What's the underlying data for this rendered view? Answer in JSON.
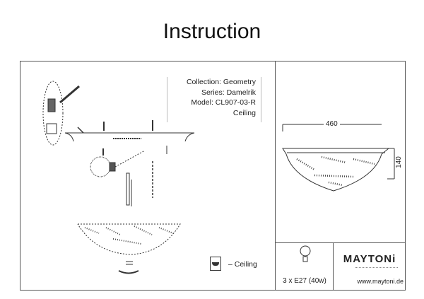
{
  "header": {
    "title": "Instruction"
  },
  "info": {
    "collection": "Collection: Geometry",
    "series": "Series: Damelrik",
    "model": "Model: CL907-03-R",
    "type": "Ceiling"
  },
  "dimensions": {
    "width": "460",
    "height": "140"
  },
  "legend": {
    "icon": "ceiling-mount-icon",
    "label": "– Ceiling"
  },
  "bulb": {
    "icon": "light-bulb-icon",
    "spec": "3 x E27 (40w)"
  },
  "brand": {
    "name": "MAYTONi",
    "url": "www.maytoni.de"
  }
}
